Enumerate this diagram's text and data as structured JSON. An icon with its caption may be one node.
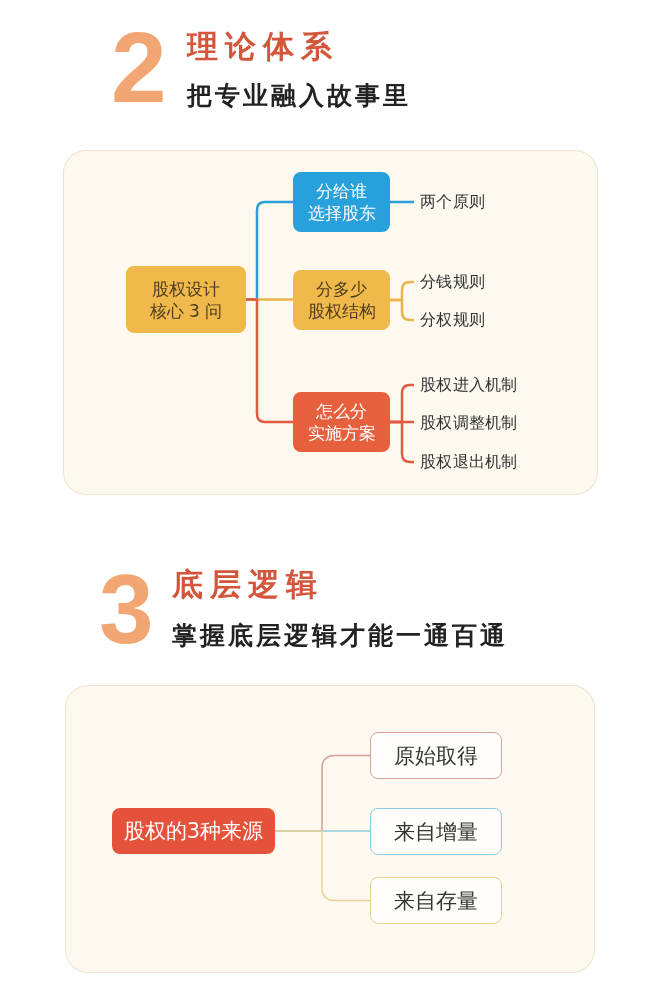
{
  "diagram": {
    "nodes": [
      {
        "text": [],
        "shape": "box"
      },
      {
        "text": [
          "股权设计核心 3 问"
        ],
        "in": 0
      },
      {
        "text": [
          "分给谁",
          "选择股东"
        ],
        "in": 0
      },
      {
        "text": [
          "两个原则"
        ],
        "in": 0
      },
      {
        "text": [
          "分多少",
          "股权结构"
        ],
        "in": 0
      },
      {
        "text": [
          "分钱规则"
        ],
        "in": 0
      },
      {
        "text": [
          "分权规则"
        ],
        "in": 0
      },
      {
        "text": [
          "怎么分",
          "实施方案"
        ],
        "in": 0
      },
      {
        "text": [
          "股权进入机制"
        ],
        "in": 0
      },
      {
        "text": [
          "股权调整机制"
        ],
        "in": 0
      },
      {
        "text": [
          "股权退出机制"
        ],
        "in": 0
      },
      {
        "text": [],
        "shape": "box"
      },
      {
        "text": [
          "股权的3种来源"
        ],
        "in": 11
      },
      {
        "text": [
          "原始取得"
        ],
        "in": 11
      },
      {
        "text": [
          "来自增量"
        ],
        "in": 11
      },
      {
        "text": [
          "来自存量"
        ],
        "in": 11
      }
    ],
    "edges": [
      {
        "from": 1,
        "to": 2,
        "arrow": "none",
        "color": "#2b9fd8"
      },
      {
        "from": 1,
        "to": 4,
        "arrow": "none",
        "color": "#e9b54a"
      },
      {
        "from": 1,
        "to": 7,
        "arrow": "none",
        "color": "#e05c3e"
      },
      {
        "from": 2,
        "to": 3,
        "arrow": "none",
        "color": "#2b9fd8"
      },
      {
        "from": 4,
        "to": 5,
        "arrow": "none",
        "color": "#e9b54a"
      },
      {
        "from": 4,
        "to": 6,
        "arrow": "none",
        "color": "#e9b54a"
      },
      {
        "from": 7,
        "to": 8,
        "arrow": "none",
        "color": "#e05c3e"
      },
      {
        "from": 7,
        "to": 9,
        "arrow": "none",
        "color": "#e05c3e"
      },
      {
        "from": 7,
        "to": 10,
        "arrow": "none",
        "color": "#e05c3e"
      },
      {
        "from": 12,
        "to": 13,
        "arrow": "none",
        "color": "#d8a19a"
      },
      {
        "from": 12,
        "to": 14,
        "arrow": "none",
        "color": "#8fcadf"
      },
      {
        "from": 12,
        "to": 15,
        "arrow": "none",
        "color": "#e8d596"
      }
    ],
    "labels": [
      "2",
      "理论体系",
      "把专业融入故事里",
      "3",
      "底层逻辑",
      "掌握底层逻辑才能一通百通"
    ]
  }
}
